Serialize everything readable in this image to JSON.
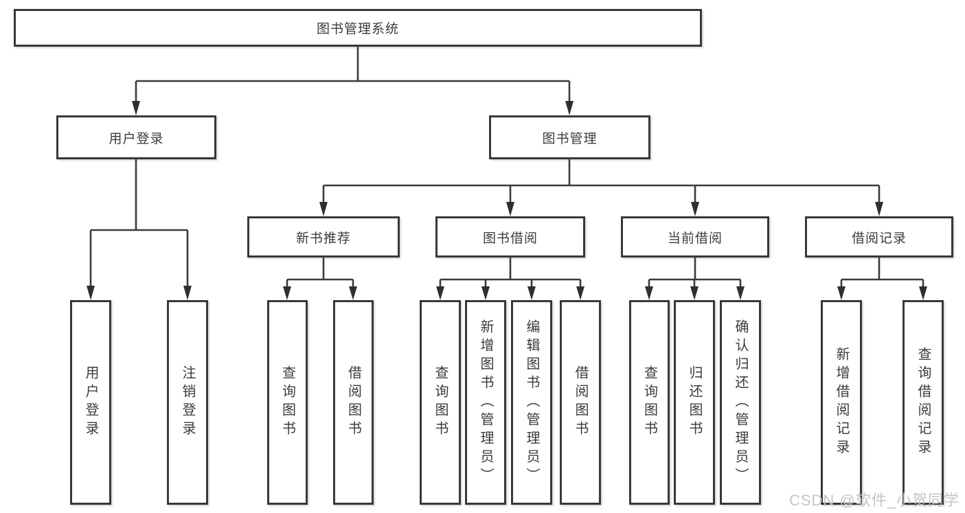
{
  "tree": {
    "root": {
      "label": "图书管理系统"
    },
    "level2": [
      {
        "label": "用户登录"
      },
      {
        "label": "图书管理"
      }
    ],
    "level3": [
      {
        "label": "新书推荐"
      },
      {
        "label": "图书借阅"
      },
      {
        "label": "当前借阅"
      },
      {
        "label": "借阅记录"
      }
    ],
    "leaves": {
      "user_login": [
        "用户登录",
        "注销登录"
      ],
      "new_book_recommend": [
        "查询图书",
        "借阅图书"
      ],
      "book_borrowing": [
        "查询图书",
        "新增图书（管理员）",
        "编辑图书（管理员）",
        "借阅图书"
      ],
      "current_borrowing": [
        "查询图书",
        "归还图书",
        "确认归还（管理员）"
      ],
      "borrowing_records": [
        "新增借阅记录",
        "查询借阅记录"
      ]
    }
  },
  "watermark": {
    "text": "CSDN @软件_小贺同学"
  },
  "colors": {
    "box_border": "#383838",
    "connector_line": "#3a3a3a",
    "text": "#3b3b3b",
    "watermark_text": "#c5c5c5",
    "background": "#ffffff"
  }
}
